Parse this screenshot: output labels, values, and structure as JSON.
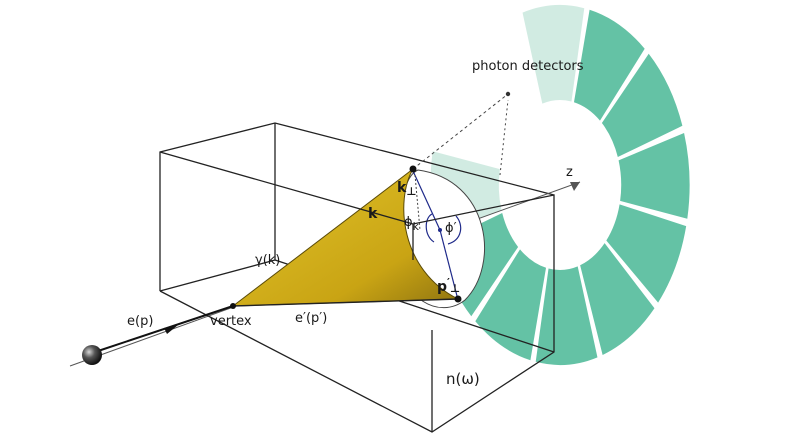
{
  "labels": {
    "detectors": "photon detectors",
    "z_axis": "z",
    "k_vec": "k",
    "k_perp": "k",
    "k_perp_sub": "⊥",
    "phi_k": "ϕ",
    "phi_k_sub": "k",
    "phi_prime": "ϕ′",
    "gamma_k": "γ(k)",
    "p_perp": "p",
    "p_perp_sub": "⊥",
    "p_perp_sup": "′",
    "e_p": "e(p)",
    "vertex": "vertex",
    "e_prime": "e′(p′)",
    "n_omega": "n(ω)"
  },
  "colors": {
    "detector_dark": "#5cbfa0",
    "detector_light": "#cce9df",
    "cone": "#d4b21a",
    "cone_dark": "#a88a10",
    "box_line": "#222222",
    "vector_line": "#1f2a8a",
    "circle_fill": "#ffffff"
  },
  "icons": {
    "electron": "sphere-icon"
  }
}
